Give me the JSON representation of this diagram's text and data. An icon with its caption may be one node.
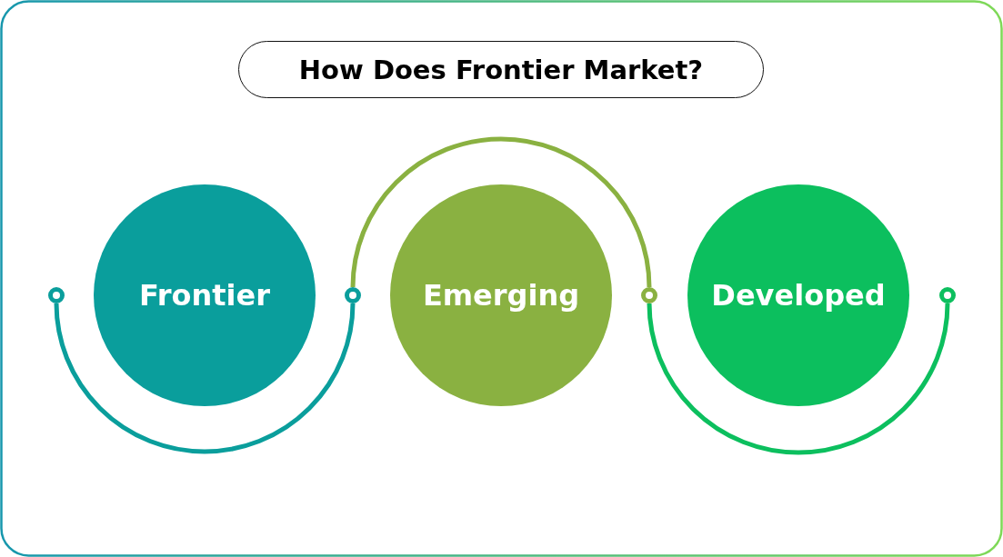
{
  "diagram": {
    "title": "How Does Frontier Market?",
    "nodes": [
      {
        "text": [],
        "shape": "circle"
      },
      {
        "text": [
          "Frontier"
        ]
      },
      {
        "text": [],
        "shape": "circle"
      },
      {
        "text": [
          "Emerging"
        ]
      },
      {
        "text": [],
        "shape": "circle"
      },
      {
        "text": [
          "Developed"
        ]
      },
      {
        "text": [],
        "shape": "circle"
      }
    ],
    "edges": [
      {
        "from": 0,
        "to": 2,
        "arrow": "none",
        "color": "#0a9e9c"
      },
      {
        "from": 2,
        "to": 4,
        "arrow": "none",
        "color": "#8ab141"
      },
      {
        "from": 4,
        "to": 6,
        "arrow": "none",
        "color": "#0cbf5e"
      }
    ]
  }
}
